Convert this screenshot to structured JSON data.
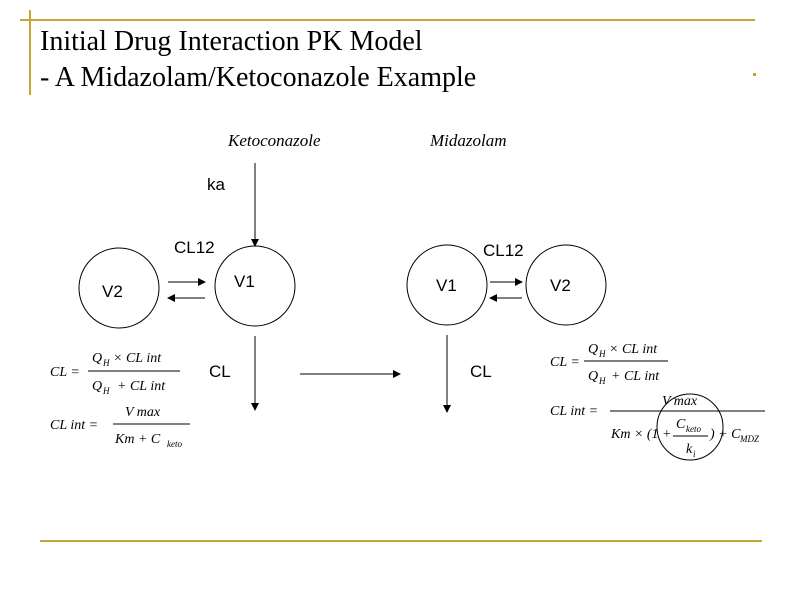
{
  "slide": {
    "title_line1": "Initial Drug Interaction PK Model",
    "title_line2": "- A Midazolam/Ketoconazole Example",
    "accent_color": "#c9a43a"
  },
  "ketoconazole": {
    "heading": "Ketoconazole",
    "ka_label": "ka",
    "cl12_label": "CL12",
    "v1_label": "V1",
    "v2_label": "V2",
    "cl_label": "CL"
  },
  "midazolam": {
    "heading": "Midazolam",
    "cl12_label": "CL12",
    "v1_label": "V1",
    "v2_label": "V2",
    "cl_label": "CL"
  },
  "equations_left": {
    "cl_lhs": "CL =",
    "cl_num_q": "Q",
    "cl_num_q_sub": "H",
    "cl_num_rest": "× CL int",
    "cl_den_q": "Q",
    "cl_den_q_sub": "H",
    "cl_den_rest": "+ CL int",
    "clint_lhs": "CL int =",
    "clint_num": "V max",
    "clint_den": "Km + C",
    "clint_den_sub": "keto"
  },
  "equations_right": {
    "cl_lhs": "CL =",
    "cl_num_q": "Q",
    "cl_num_q_sub": "H",
    "cl_num_rest": "× CL int",
    "cl_den_q": "Q",
    "cl_den_q_sub": "H",
    "cl_den_rest": "+ CL int",
    "clint_lhs": "CL int =",
    "clint_num": "V max",
    "clint_den_a": "Km × (1 +",
    "clint_frac_num": "C",
    "clint_frac_num_sub": "keto",
    "clint_frac_den": "k",
    "clint_frac_den_sub": "i",
    "clint_den_b": ") + C",
    "clint_den_b_sub": "MDZ"
  }
}
